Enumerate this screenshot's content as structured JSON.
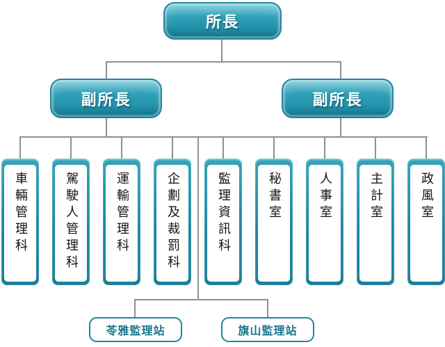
{
  "title": "organization-chart",
  "colors": {
    "node_teal_dark": "#1b85a0",
    "node_teal_light": "#5fc0d1",
    "node_border": "#1c89a2",
    "connector_gray": "#8f8f8f",
    "station_text": "#17758d",
    "dept_text": "#141414",
    "background": "#ffffff"
  },
  "org": {
    "root": {
      "label": "所長"
    },
    "deputies": [
      {
        "label": "副所長"
      },
      {
        "label": "副所長"
      }
    ],
    "departments": [
      {
        "label": "車輛管理科"
      },
      {
        "label": "駕駛人管理科"
      },
      {
        "label": "運輸管理科"
      },
      {
        "label": "企劃及裁罰科"
      },
      {
        "label": "監理資訊科"
      },
      {
        "label": "秘書室"
      },
      {
        "label": "人事室"
      },
      {
        "label": "主計室"
      },
      {
        "label": "政風室"
      }
    ],
    "stations": [
      {
        "label": "苓雅監理站"
      },
      {
        "label": "旗山監理站"
      }
    ]
  }
}
